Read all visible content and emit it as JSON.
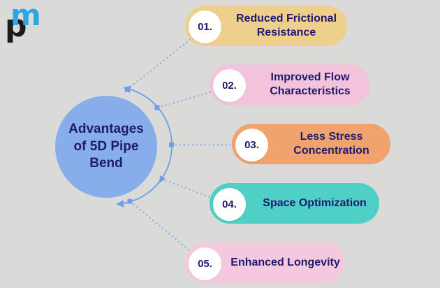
{
  "page": {
    "background": "#dadad8"
  },
  "logo": {
    "p": "p",
    "m": "m",
    "p_color": "#1b1b1b",
    "m_color": "#2aa7e4"
  },
  "center": {
    "title": "Advantages of 5D Pipe Bend",
    "bg_color": "#87aeea",
    "text_color": "#1f1a6e"
  },
  "connectors": {
    "arc_color": "#6f9ee6",
    "dotted_color": "#8fb0e6"
  },
  "items": [
    {
      "number": "01.",
      "label": "Reduced Frictional Resistance",
      "color": "#eecf8c"
    },
    {
      "number": "02.",
      "label": "Improved Flow Characteristics",
      "color": "#f3c2db"
    },
    {
      "number": "03.",
      "label": "Less Stress Concentration",
      "color": "#f0a36d"
    },
    {
      "number": "04.",
      "label": "Space Optimization",
      "color": "#4fd0c7"
    },
    {
      "number": "05.",
      "label": "Enhanced Longevity",
      "color": "#f4c9df"
    }
  ]
}
